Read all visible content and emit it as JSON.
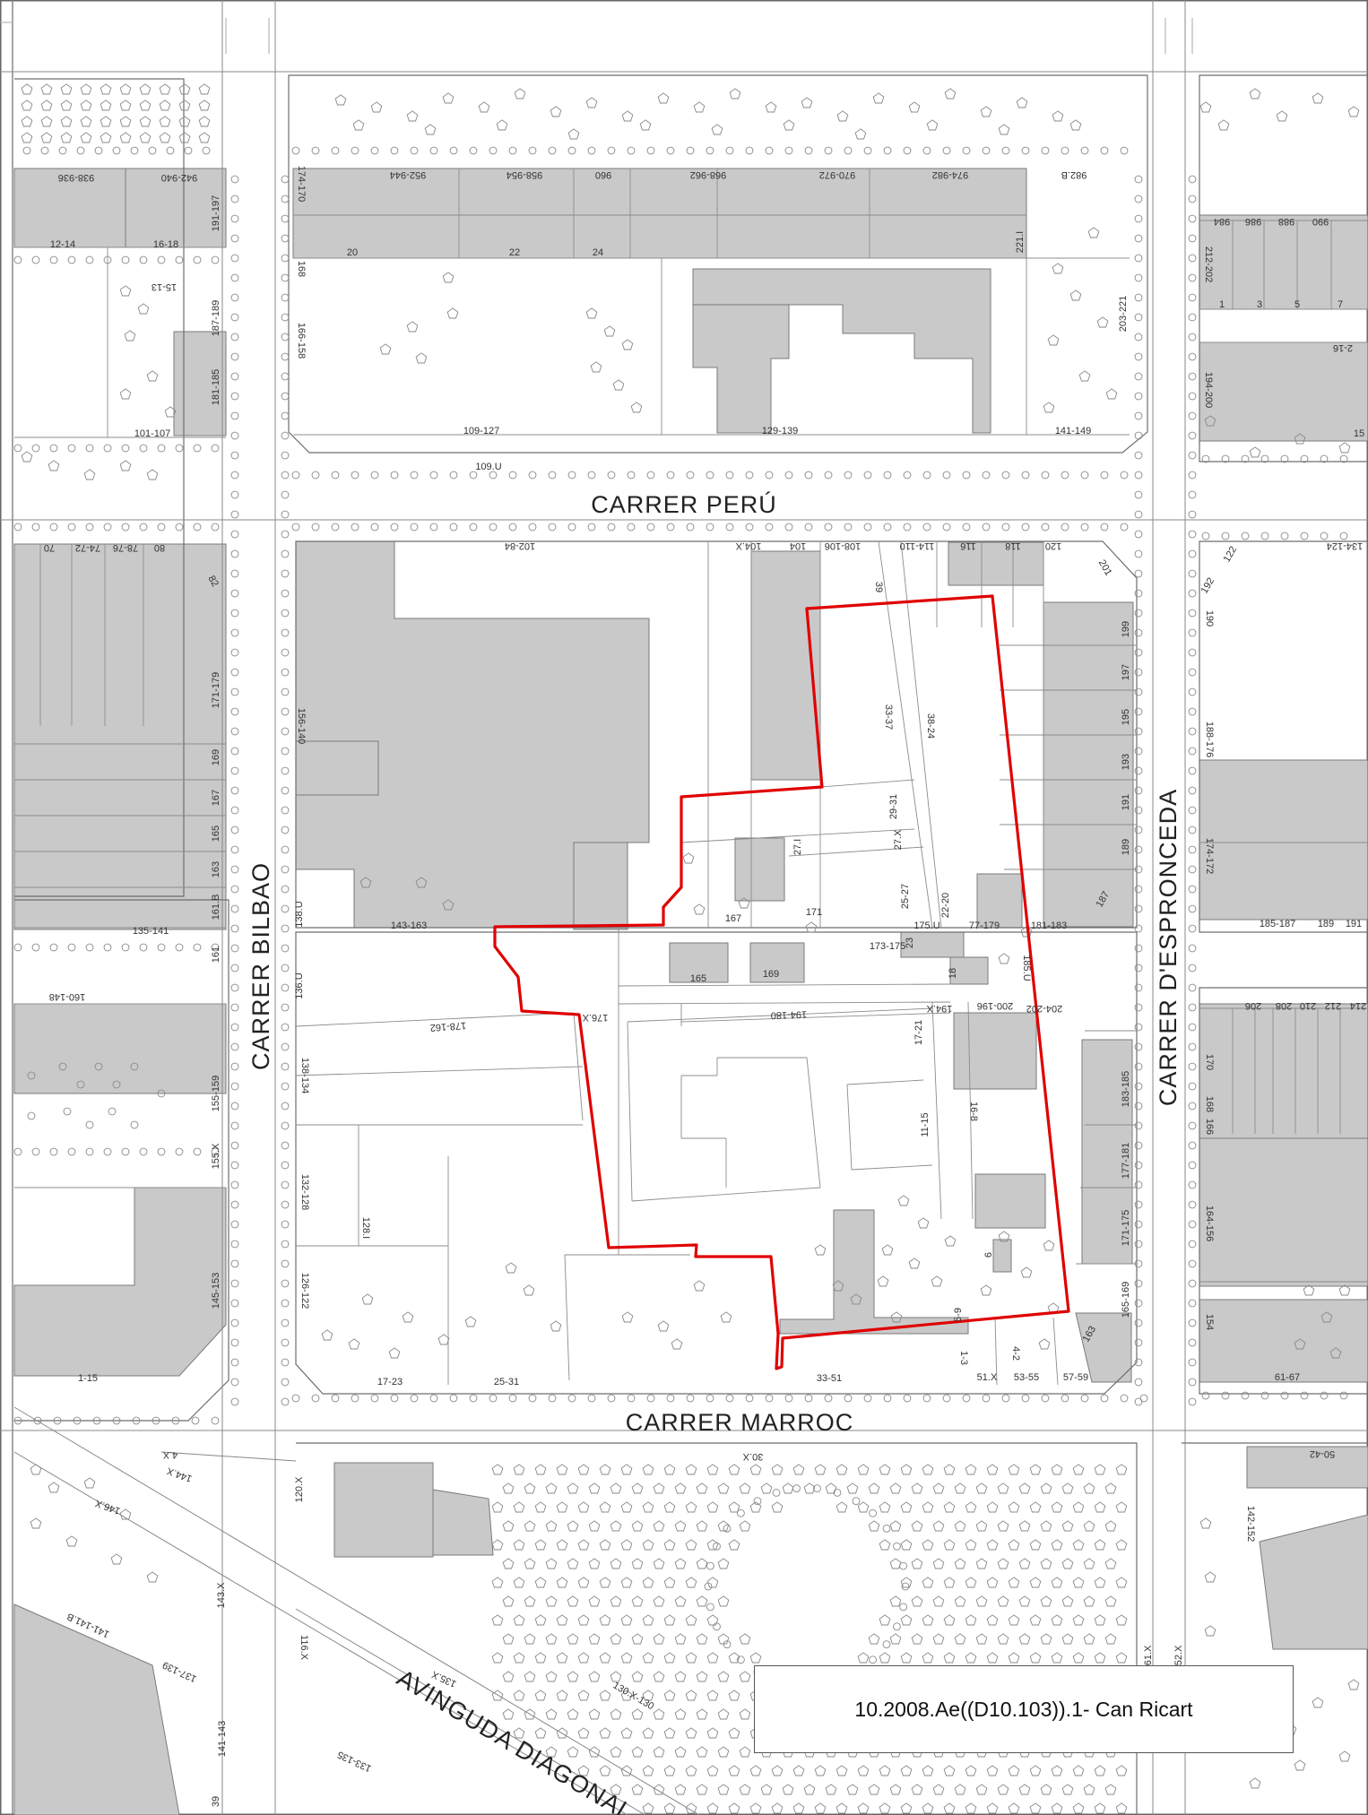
{
  "legend": {
    "label": "10.2008.Ae((D10.103)).1- Can Ricart"
  },
  "colors": {
    "building": "#c8c8c8",
    "boundary": "#e00000",
    "line": "#777777",
    "tree": "#888888"
  },
  "streets": {
    "peru": "CARRER PERÚ",
    "bilbao": "CARRER BILBAO",
    "espronceda": "CARRER D'ESPRONCEDA",
    "marroc": "CARRER MARROC",
    "diagonal": "AVINGUDA DIAGONAL"
  },
  "parcels": {
    "p_938_936": "938-936",
    "p_942_940": "942-940",
    "p_12_14": "12-14",
    "p_16_18": "16-18",
    "p_191_197": "191-197",
    "p_15_13": "15-13",
    "p_187_189": "187-189",
    "p_181_185": "181-185",
    "p_101_107": "101-107",
    "p_174_170": "174-170",
    "p_952_944": "952-944",
    "p_958_954": "958-954",
    "p_960": "960",
    "p_968_962": "968-962",
    "p_970_972": "970-972",
    "p_974_982": "974-982",
    "p_982B": "982.B",
    "p_20": "20",
    "p_22": "22",
    "p_24": "24",
    "p_221I": "221.I",
    "p_168": "168",
    "p_166_158": "166-158",
    "p_203_221": "203-221",
    "p_109_127": "109-127",
    "p_129_139": "129-139",
    "p_141_149": "141-149",
    "p_109U": "109.U",
    "p_984": "984",
    "p_986": "986",
    "p_988": "988",
    "p_990": "990",
    "p_212_202": "212-202",
    "p_1": "1",
    "p_3": "3",
    "p_5": "5",
    "p_7": "7",
    "p_2_16": "2-16",
    "p_194_200": "194-200",
    "p_15": "15",
    "p_70": "70",
    "p_74_72": "74-72",
    "p_78_76": "78-76",
    "p_80": "80",
    "p_82": "82",
    "p_171_179": "171-179",
    "p_169": "169",
    "p_167": "167",
    "p_165": "165",
    "p_163": "163",
    "p_161B": "161.B",
    "p_135_141": "135-141",
    "p_161": "161",
    "p_102_84": "102-84",
    "p_104X": "104.X",
    "p_104": "104",
    "p_108_106": "108-106",
    "p_114_110": "114-110",
    "p_116": "116",
    "p_118": "118",
    "p_120": "120",
    "p_201": "201",
    "p_39": "39",
    "p_156_140": "156-140",
    "p_33_37": "33-37",
    "p_38_24": "38-24",
    "p_199": "199",
    "p_197": "197",
    "p_195": "195",
    "p_193": "193",
    "p_191": "191",
    "p_189": "189",
    "p_187": "187",
    "p_29_31": "29-31",
    "p_27X": "27.X",
    "p_27I": "27.I",
    "p_25_27": "25-27",
    "p_22_20": "22-20",
    "p_171b": "171",
    "p_167b": "167",
    "p_138U": "138.U",
    "p_143_163": "143-163",
    "p_175U": "175.U",
    "p_77_179": "77-179",
    "p_181_183": "181-183",
    "p_173_175": "173-175",
    "p_23": "23",
    "p_18": "18",
    "p_165b": "165",
    "p_169b": "169",
    "p_185U": "185.U",
    "p_136U": "136.U",
    "p_176X": "176.X",
    "p_178_162": "178-162",
    "p_194_180": "194-180",
    "p_194X": "194.X",
    "p_200_196": "200-196",
    "p_204_202": "204-202",
    "p_17_21": "17-21",
    "p_16_8": "16-8",
    "p_11_15": "11-15",
    "p_183_185": "183-185",
    "p_177_181": "177-181",
    "p_171_175": "171-175",
    "p_165_169": "165-169",
    "p_6": "6",
    "p_5_9": "5-9",
    "p_1_3": "1-3",
    "p_4_2": "4-2",
    "p_51X": "51.X",
    "p_53_55": "53-55",
    "p_57_59": "57-59",
    "p_33_51": "33-51",
    "p_138_134": "138-134",
    "p_132_128": "132-128",
    "p_128I": "128.I",
    "p_126_122": "126-122",
    "p_17_23": "17-23",
    "p_25_31": "25-31",
    "p_160_148": "160-148",
    "p_155_159": "155-159",
    "p_155X": "155.X",
    "p_145_153": "145-153",
    "p_1_15": "1-15",
    "p_122": "122",
    "p_134_124": "134-124",
    "p_190": "190",
    "p_192": "192",
    "p_188_176": "188-176",
    "p_174_172": "174-172",
    "p_185_187": "185-187",
    "p_189b": "189",
    "p_191b": "191",
    "p_206": "206",
    "p_208": "208",
    "p_210": "210",
    "p_212": "212",
    "p_214": "214",
    "p_170": "170",
    "p_168b": "168",
    "p_166": "166",
    "p_164_156": "164-156",
    "p_154": "154",
    "p_61_67": "61-67",
    "p_4X": "4.X",
    "p_144X": "144.X",
    "p_146X": "146.X",
    "p_120X": "120.X",
    "p_143X": "143.X",
    "p_30X": "30.X",
    "p_50_42": "50-42",
    "p_142_152": "142-152",
    "p_161X": "161.X",
    "p_152X": "152.X",
    "p_141_141B": "141-141.B",
    "p_137_139": "137-139",
    "p_141_143": "141-143",
    "p_116X": "116.X",
    "p_135X": "135.X",
    "p_130X130": "130.X-130",
    "p_133_135": "133-135",
    "p_39b": "39"
  }
}
